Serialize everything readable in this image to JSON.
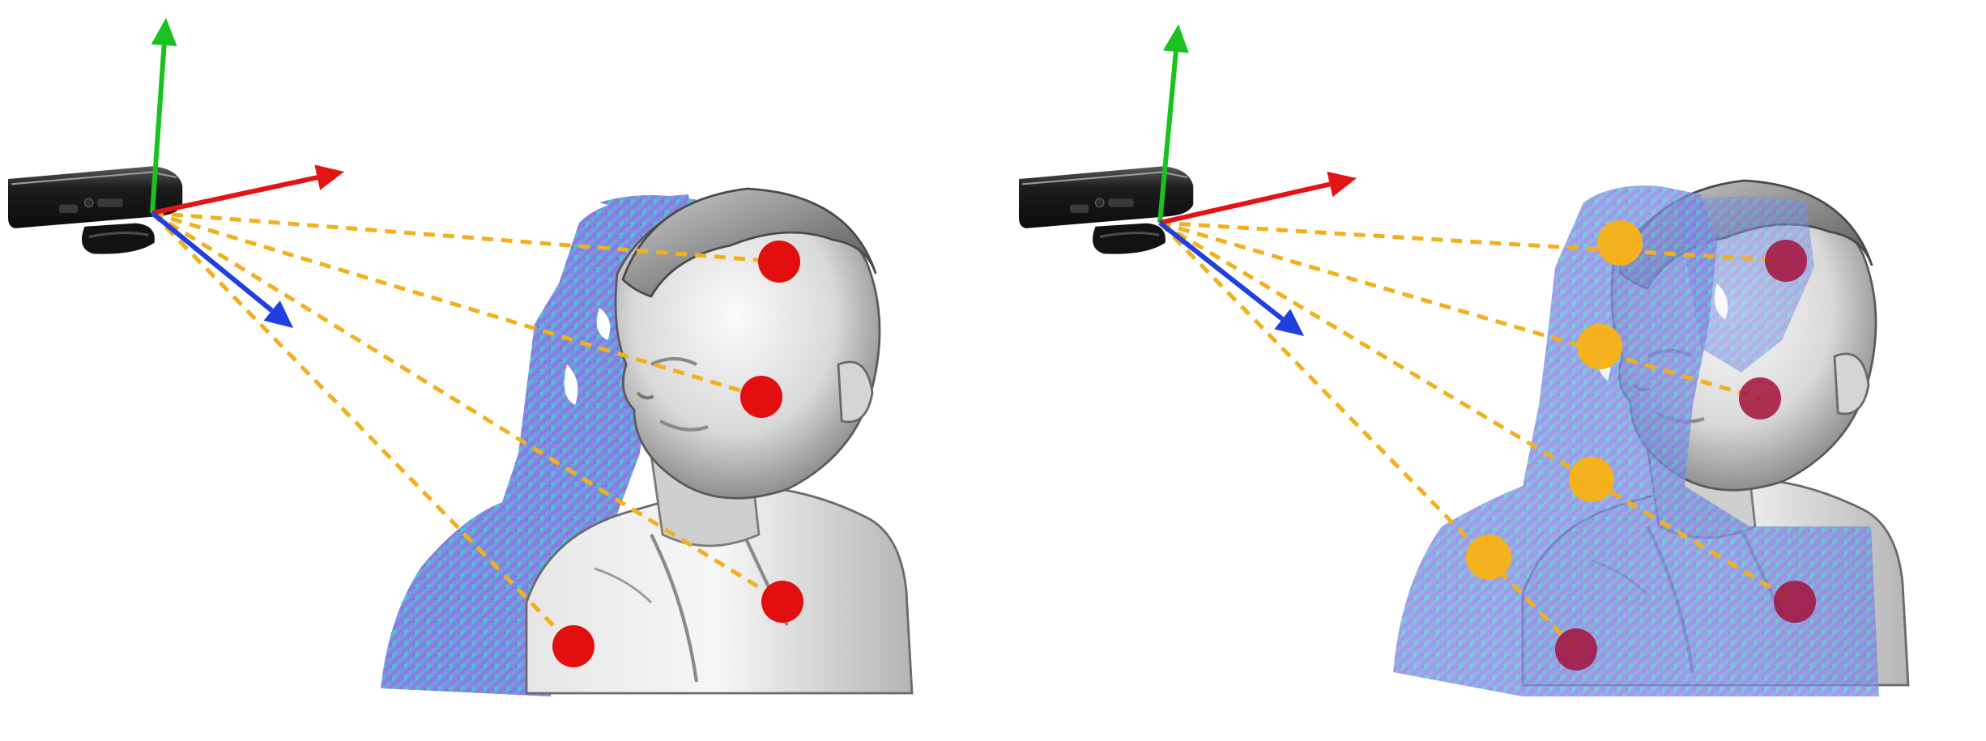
{
  "panels": [
    {
      "id": "single-view",
      "has_depth_overlay": false,
      "correspondences": [
        {
          "model_point": "red"
        },
        {
          "model_point": "red"
        },
        {
          "model_point": "red"
        },
        {
          "model_point": "red"
        }
      ]
    },
    {
      "id": "dual-view-overlay",
      "has_depth_overlay": true,
      "correspondences": [
        {
          "model_point": "dark-red",
          "depth_point": "yellow"
        },
        {
          "model_point": "dark-red",
          "depth_point": "yellow"
        },
        {
          "model_point": "dark-red",
          "depth_point": "yellow"
        },
        {
          "model_point": "dark-red",
          "depth_point": "yellow"
        }
      ]
    }
  ],
  "axes": {
    "up": "green",
    "right": "red",
    "depth": "blue"
  },
  "colors": {
    "axis_up": "#19c21e",
    "axis_right": "#e41414",
    "axis_depth": "#1f3fe0",
    "ray": "#f2b01e",
    "model_point": "#e30e0e",
    "model_point_occluded": "#a3113a",
    "depth_point": "#f4b21c",
    "depth_texture_a": "#7b6fe0",
    "depth_texture_b": "#4fb8d8",
    "head_light": "#f2f2f2",
    "head_shadow": "#7a7a7a",
    "sensor_body": "#1a1a1a"
  },
  "icons": [
    "depth-camera-icon"
  ]
}
